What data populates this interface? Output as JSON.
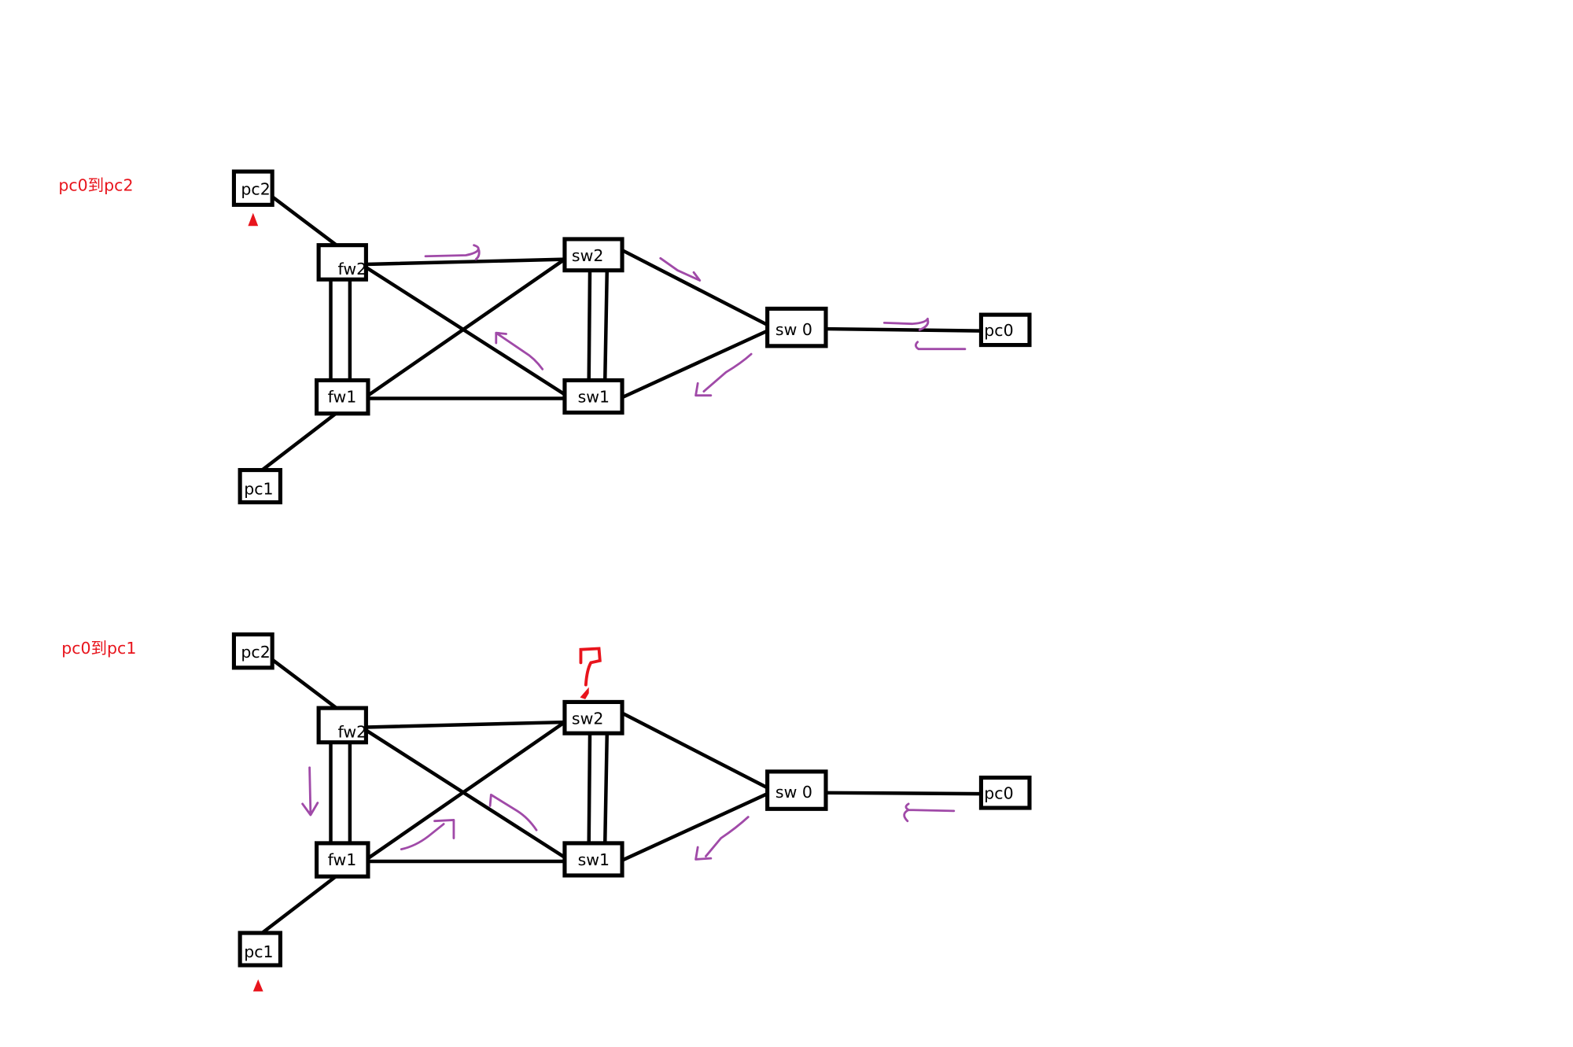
{
  "diagrams": [
    {
      "title": "pc0到pc2",
      "nodes": {
        "pc2": "pc2",
        "fw2": "fw2",
        "sw2": "sw2",
        "fw1": "fw1",
        "sw1": "sw1",
        "sw0": "sw 0",
        "pc0": "pc0",
        "pc1": "pc1"
      },
      "marker": "red-triangle-at-pc2"
    },
    {
      "title": "pc0到pc1",
      "nodes": {
        "pc2": "pc2",
        "fw2": "fw2",
        "sw2": "sw2",
        "fw1": "fw1",
        "sw1": "sw1",
        "sw0": "sw 0",
        "pc0": "pc0",
        "pc1": "pc1"
      },
      "marker": "red-triangle-at-pc1",
      "annotation": "?"
    }
  ],
  "colors": {
    "arrow": "#a04aa8",
    "annotation": "#e8141c",
    "line": "#000000"
  }
}
